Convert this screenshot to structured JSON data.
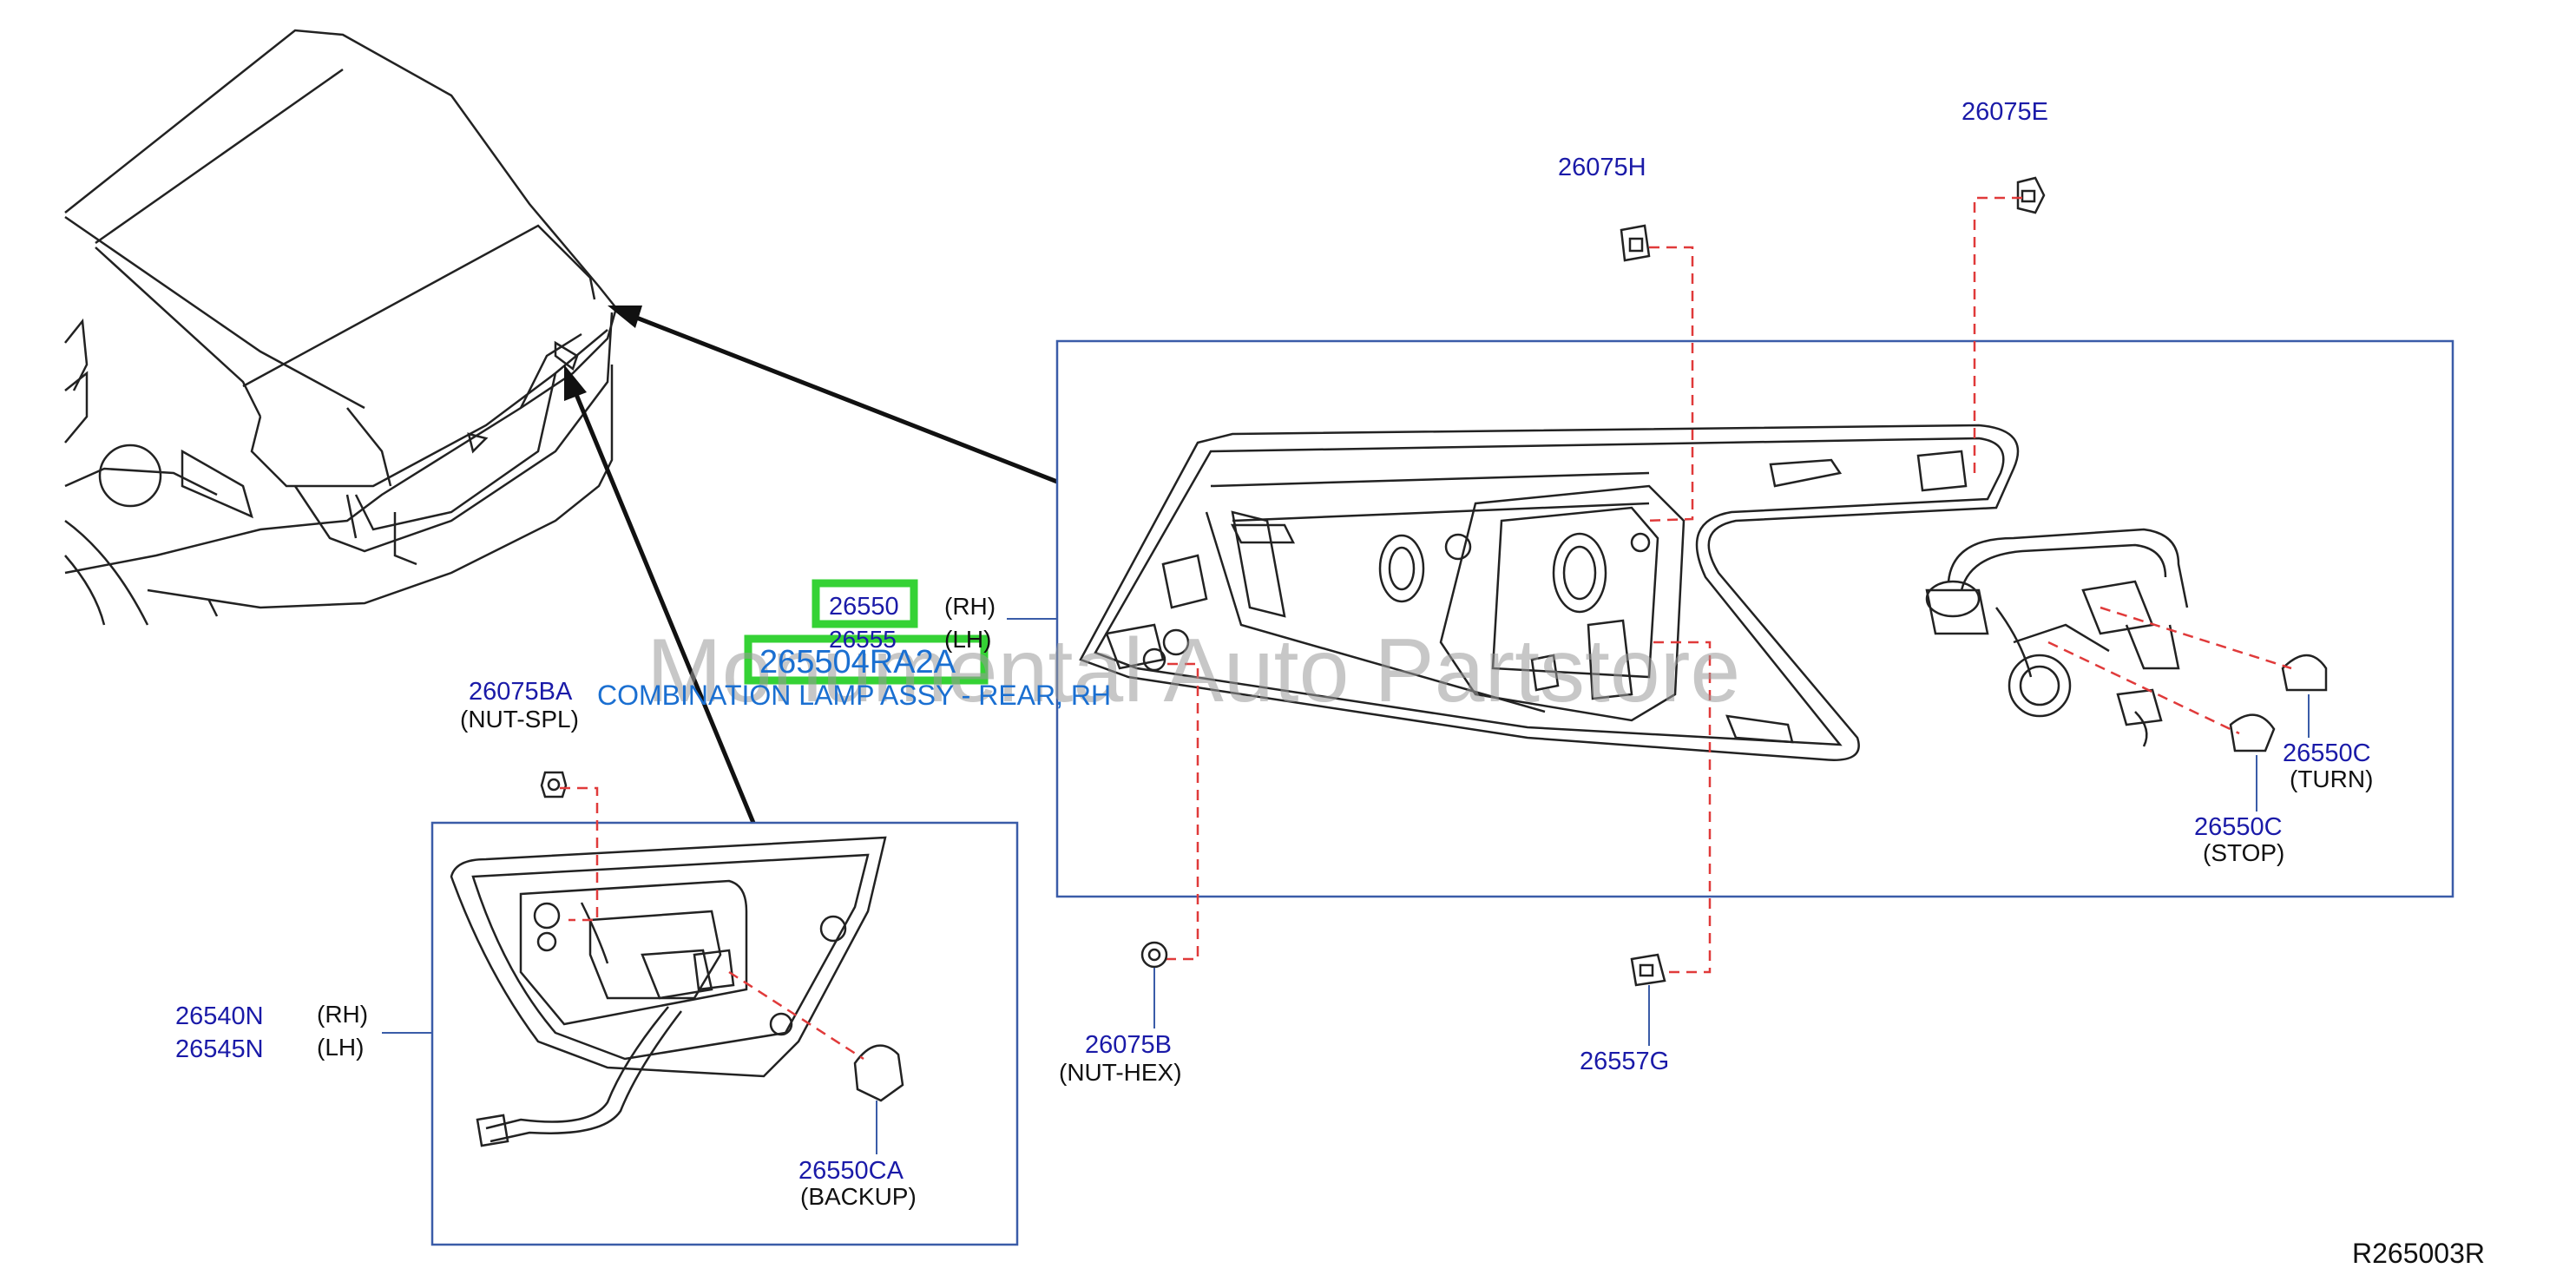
{
  "diagram": {
    "watermark": "Monumental Auto Partstore",
    "reference_code": "R265003R",
    "main_assembly": {
      "part_rh": "26550",
      "label_rh": "(RH)",
      "part_lh": "26555",
      "label_lh": "(LH)",
      "highlighted_part": "265504RA2A",
      "description": "COMBINATION LAMP ASSY - REAR, RH"
    },
    "callouts": {
      "p26075E": "26075E",
      "p26075H": "26075H",
      "p26075BA": "26075BA",
      "p26075BA_note": "(NUT-SPL)",
      "p26550C_turn": "26550C",
      "p26550C_turn_note": "(TURN)",
      "p26550C_stop": "26550C",
      "p26550C_stop_note": "(STOP)",
      "p26075B": "26075B",
      "p26075B_note": "(NUT-HEX)",
      "p26557G": "26557G",
      "p26540N": "26540N",
      "p26540N_note": "(RH)",
      "p26545N": "26545N",
      "p26545N_note": "(LH)",
      "p26550CA": "26550CA",
      "p26550CA_note": "(BACKUP)"
    }
  }
}
